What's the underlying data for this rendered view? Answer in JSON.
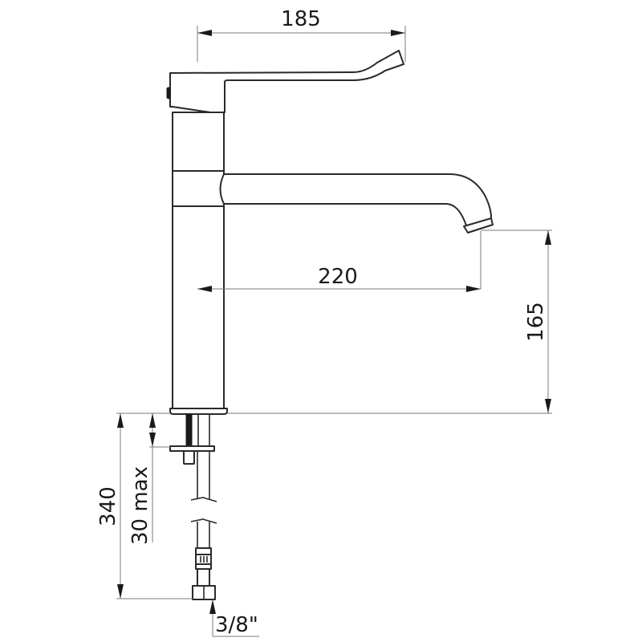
{
  "drawing": {
    "subject": "Single-lever mixer tap, side view technical drawing",
    "colors": {
      "line": "#2a2a2a",
      "dimension_line": "#7a7a7a",
      "background": "#ffffff"
    },
    "dimensions": {
      "handle_reach": {
        "value": "185"
      },
      "spout_reach": {
        "value": "220"
      },
      "spout_height": {
        "value": "165"
      },
      "hose_length": {
        "value": "340"
      },
      "deck_thickness": {
        "value": "30 max"
      },
      "connector_size": {
        "value": "3/8\""
      }
    }
  }
}
